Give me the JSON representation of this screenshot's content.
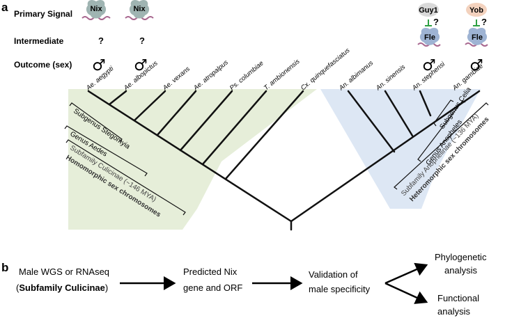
{
  "panel_a": {
    "label": "a",
    "rows": {
      "primary_signal": "Primary Signal",
      "intermediate": "Intermediate",
      "outcome": "Outcome (sex)"
    },
    "signals": {
      "nix_1": "Nix",
      "nix_2": "Nix",
      "guy1": "Guy1",
      "yob": "Yob",
      "fle_1": "Fle",
      "fle_2": "Fle",
      "guy1_q": "?",
      "yob_q": "?"
    },
    "intermediate_marks": [
      "?",
      "?"
    ],
    "male_symbol": "♂",
    "species": [
      "Ae. aegypti",
      "Ae. albopictus",
      "Ae. vexans",
      "Ae. atropalpus",
      "Ps. columbiae",
      "T. ambionensis",
      "Cx. quinquefasciatus",
      "An. albimanus",
      "An. sinensis",
      "An. stephensi",
      "An. gambiae"
    ],
    "clades_left": {
      "subgenus": "Subgenus Stegomyia",
      "genus": "Genus Aedes",
      "subfamily": "Subfamily Culicinae (~146 MYA)",
      "sex_chrom": "Homomorphic sex chromosomes"
    },
    "clades_right": {
      "subgenus": "Subgenus Celia",
      "genus": "Genus Anopheles",
      "subfamily": "Subfamily Anophelinae (~136 MYA)",
      "sex_chrom": "Heteromorphic sex chromosomes"
    },
    "colors": {
      "culicinae_fill": "#e6eed9",
      "anophelinae_fill": "#dde7f4",
      "protein": "#9fb4b2",
      "fle_protein": "#9eb3d3",
      "guy1_bubble": "#d9d9d9",
      "yob_bubble": "#f3d2be",
      "rna": "#a8678f",
      "inhibit": "#2ea043"
    }
  },
  "panel_b": {
    "label": "b",
    "step1_line1": "Male WGS or RNAseq",
    "step1_open": "(",
    "step1_bold": "Subfamily Culicinae",
    "step1_close": ")",
    "step2_line1": "Predicted Nix",
    "step2_line2": "gene and ORF",
    "step3_line1": "Validation of",
    "step3_line2": "male specificity",
    "step4a_line1": "Phylogenetic",
    "step4a_line2": "analysis",
    "step4b_line1": "Functional",
    "step4b_line2": "analysis"
  }
}
